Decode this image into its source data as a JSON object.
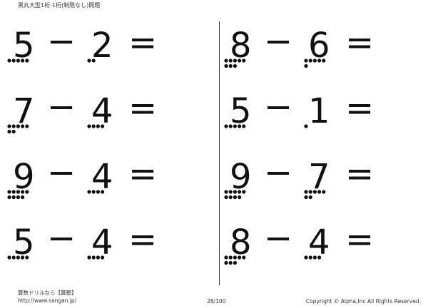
{
  "header": {
    "title": "黒丸大型1桁-1桁(制限なし)問題"
  },
  "problems": {
    "left": [
      {
        "a": "5",
        "b": "2",
        "a_dots": 5,
        "b_dots": 2
      },
      {
        "a": "7",
        "b": "4",
        "a_dots": 7,
        "b_dots": 4
      },
      {
        "a": "9",
        "b": "4",
        "a_dots": 9,
        "b_dots": 4
      },
      {
        "a": "5",
        "b": "4",
        "a_dots": 5,
        "b_dots": 4
      }
    ],
    "right": [
      {
        "a": "8",
        "b": "6",
        "a_dots": 8,
        "b_dots": 6
      },
      {
        "a": "5",
        "b": "1",
        "a_dots": 5,
        "b_dots": 1
      },
      {
        "a": "9",
        "b": "7",
        "a_dots": 9,
        "b_dots": 7
      },
      {
        "a": "8",
        "b": "4",
        "a_dots": 8,
        "b_dots": 4
      }
    ]
  },
  "symbols": {
    "minus": "−",
    "equals": "="
  },
  "footer": {
    "site_name": "算数ドリルなら【算願】",
    "url": "http://www.sangan.jp/",
    "page": "28/100",
    "copyright": "Copyright © Alpha,Inc All Rights Reserved."
  },
  "colors": {
    "ink": "#111111",
    "dot": "#111111"
  }
}
